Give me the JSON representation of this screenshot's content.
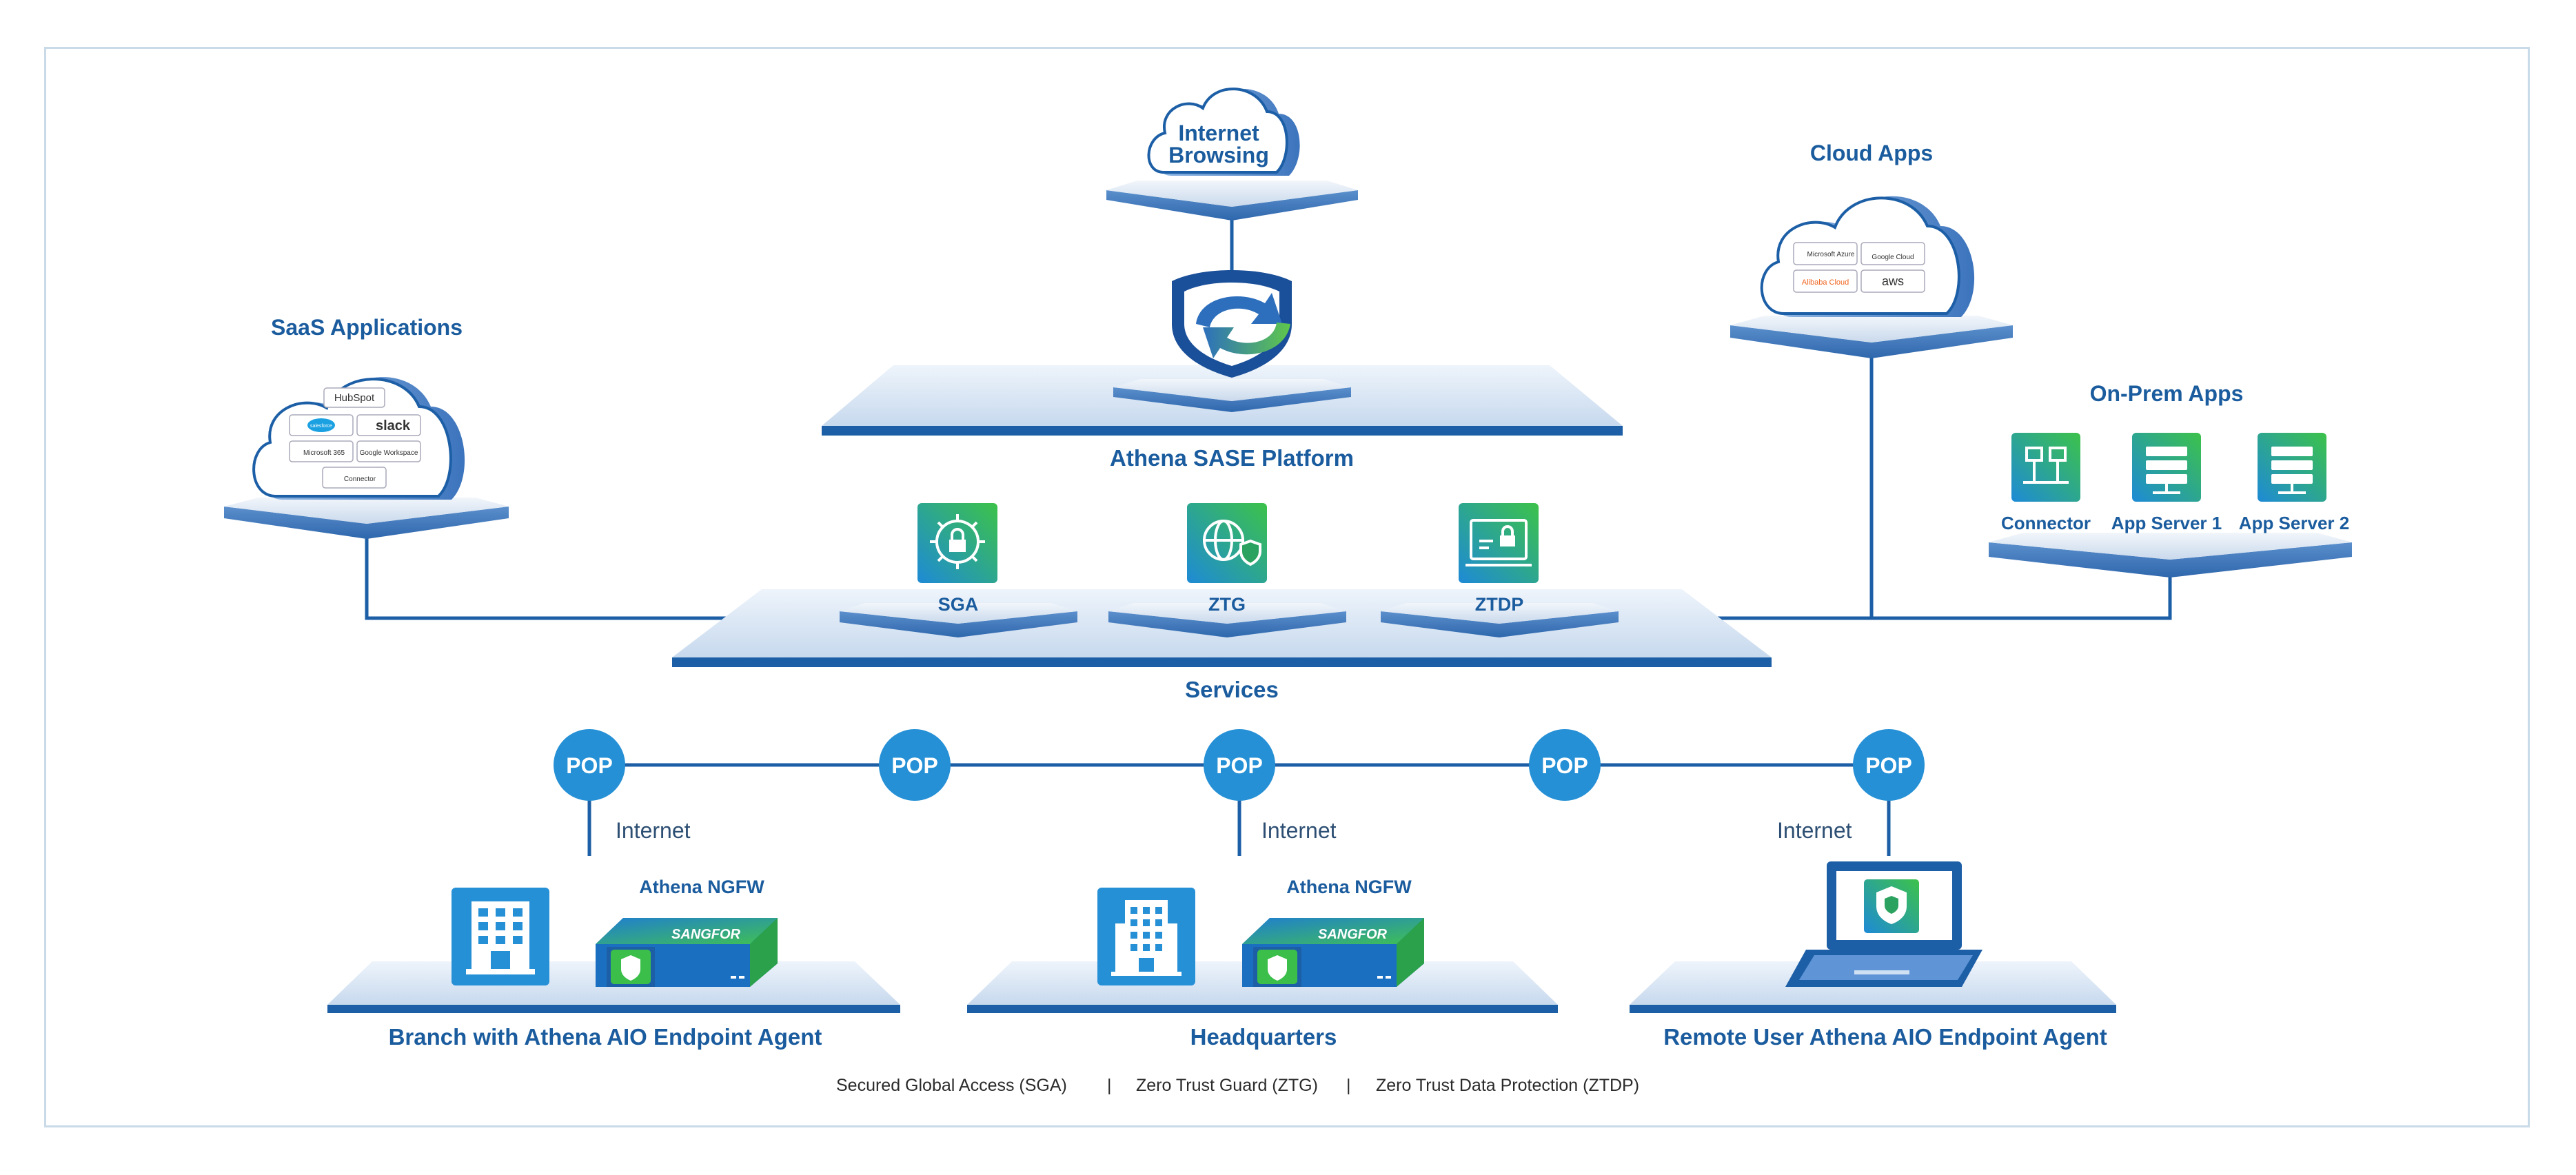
{
  "platform": {
    "title": "Athena SASE Platform",
    "internet_browsing_line1": "Internet",
    "internet_browsing_line2": "Browsing"
  },
  "saas": {
    "title": "SaaS Applications",
    "logos": [
      "HubSpot",
      "salesforce",
      "slack",
      "Microsoft 365",
      "Google Workspace",
      "Connector"
    ]
  },
  "cloud_apps": {
    "title": "Cloud Apps",
    "logos": [
      "Microsoft Azure",
      "Google Cloud",
      "Alibaba Cloud",
      "aws"
    ]
  },
  "onprem": {
    "title": "On-Prem Apps",
    "items": [
      "Connector",
      "App Server 1",
      "App Server 2"
    ]
  },
  "services": {
    "title": "Services",
    "items": [
      "SGA",
      "ZTG",
      "ZTDP"
    ]
  },
  "pops": [
    "POP",
    "POP",
    "POP",
    "POP",
    "POP"
  ],
  "internet_labels": [
    "Internet",
    "Internet",
    "Internet"
  ],
  "sites": {
    "branch": {
      "title": "Branch with Athena AIO Endpoint Agent",
      "device_label": "Athena NGFW",
      "device_brand": "SANGFOR"
    },
    "hq": {
      "title": "Headquarters",
      "device_label": "Athena NGFW",
      "device_brand": "SANGFOR"
    },
    "remote": {
      "title": "Remote User Athena AIO Endpoint Agent"
    }
  },
  "footer": {
    "sga": "Secured Global Access (SGA)",
    "sep1": "|",
    "ztg": "Zero Trust Guard (ZTG)",
    "sep2": "|",
    "ztdp": "Zero Trust Data Protection (ZTDP)"
  },
  "colors": {
    "primary_blue": "#1b5c9e",
    "pop_blue": "#2590d6",
    "platform_light": "#d9e6f4",
    "platform_edge": "#1d5fa6",
    "icon_green": "#3bbf4a",
    "icon_teal": "#1f8fd1"
  }
}
